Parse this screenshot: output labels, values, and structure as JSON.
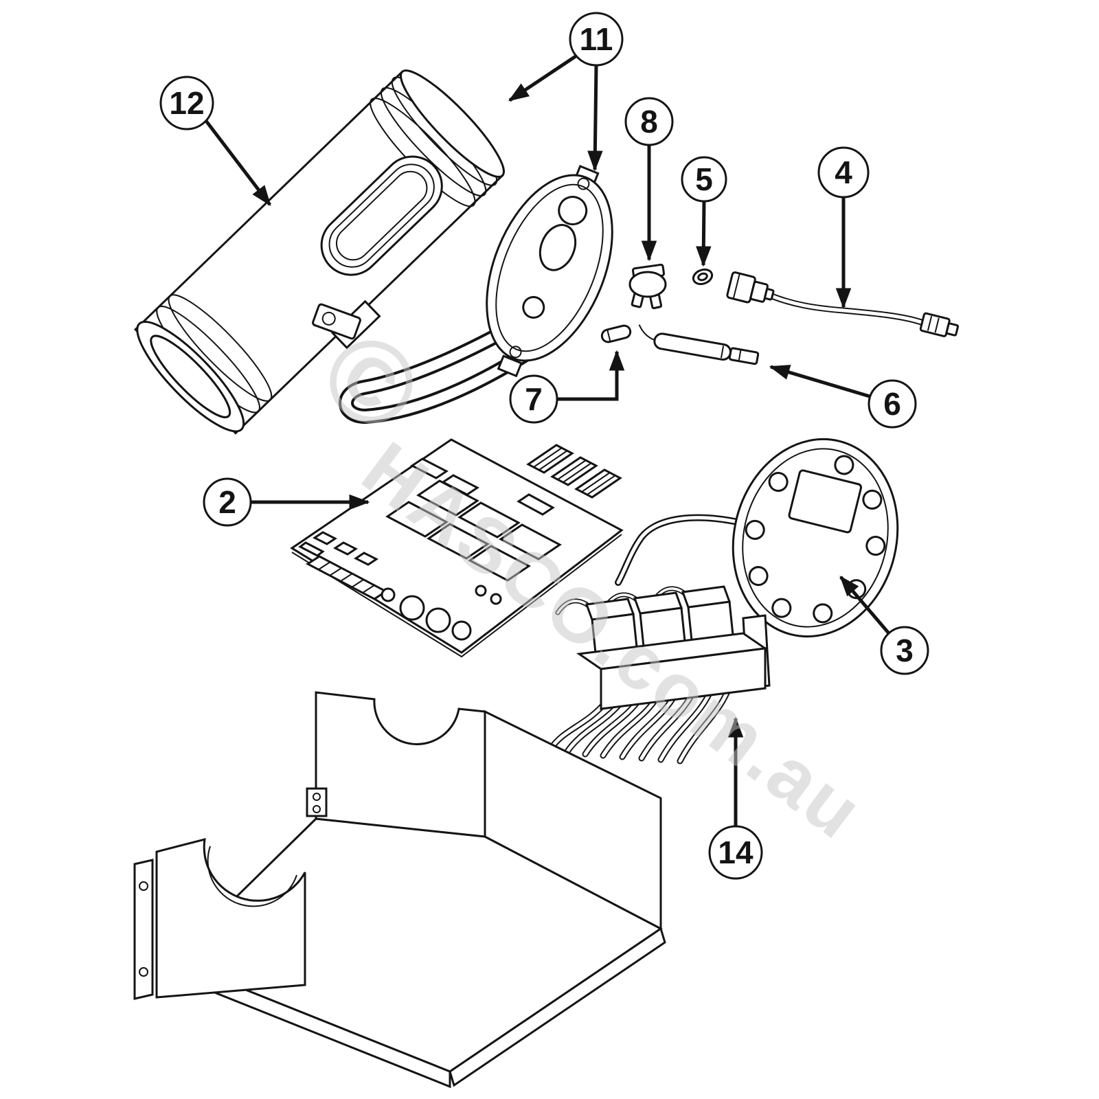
{
  "diagram": {
    "background_color": "#ffffff",
    "line_color": "#141414",
    "watermark": {
      "symbol": "©",
      "text": "HASCO.com.au",
      "color": "#c6c6c6"
    },
    "callouts": [
      {
        "label": "12"
      },
      {
        "label": "11"
      },
      {
        "label": "8"
      },
      {
        "label": "5"
      },
      {
        "label": "4"
      },
      {
        "label": "7"
      },
      {
        "label": "6"
      },
      {
        "label": "2"
      },
      {
        "label": "3"
      },
      {
        "label": "14"
      }
    ]
  }
}
